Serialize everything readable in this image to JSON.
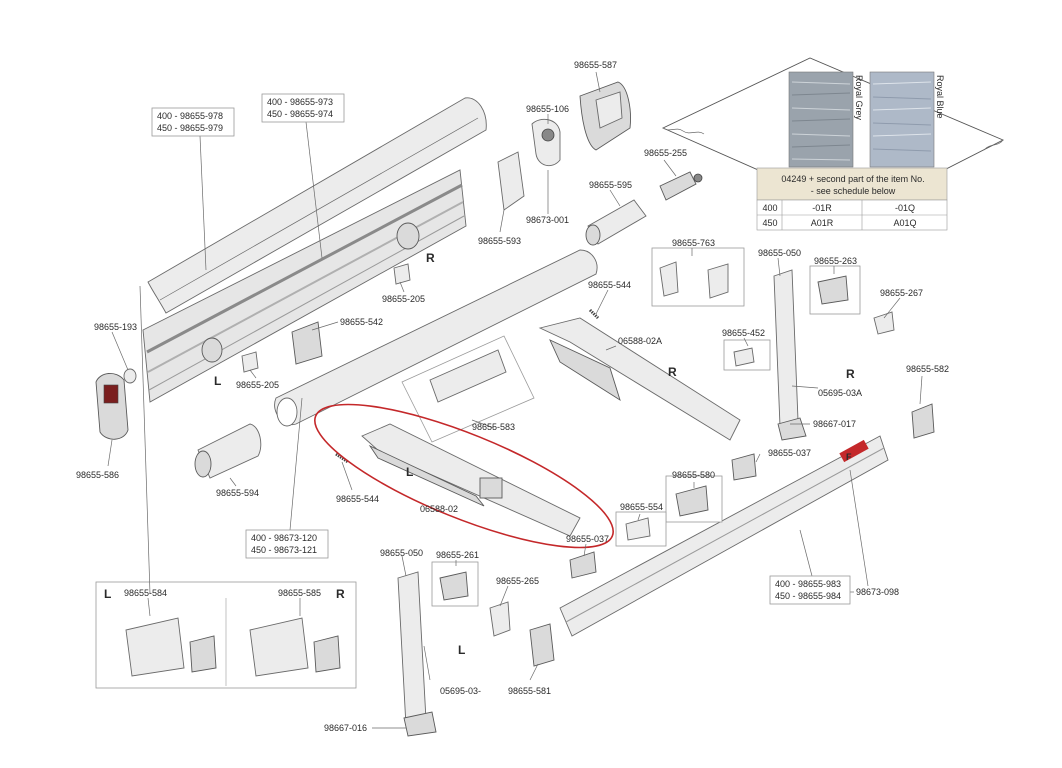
{
  "labels": {
    "p587": "98655-587",
    "p106": "98655-106",
    "p001": "98673-001",
    "p593": "98655-593",
    "p255": "98655-255",
    "p595": "98655-595",
    "p763": "98655-763",
    "p050a": "98655-050",
    "p263": "98655-263",
    "p267": "98655-267",
    "p544a": "98655-544",
    "p542": "98655-542",
    "p205a": "98655-205",
    "p205b": "98655-205",
    "p193": "98655-193",
    "p586": "98655-586",
    "p594": "98655-594",
    "p544b": "98655-544",
    "p583": "98655-583",
    "p02A": "06588-02A",
    "p452": "98655-452",
    "p03A": "05695-03A",
    "p582": "98655-582",
    "p017": "98667-017",
    "p037a": "98655-037",
    "p580": "98655-580",
    "p554": "98655-554",
    "p02": "06588-02",
    "p037b": "98655-037",
    "p050b": "98655-050",
    "p261": "98655-261",
    "p265": "98655-265",
    "p584": "98655-584",
    "p585": "98655-585",
    "p098": "98673-098",
    "p03": "05695-03-",
    "p581": "98655-581",
    "p016": "98667-016"
  },
  "pair_labels": {
    "top_cover_400": "400 - 98655-978",
    "top_cover_450": "450 - 98655-979",
    "rail_400": "400 - 98655-973",
    "rail_450": "450 - 98655-974",
    "roller_400": "400 - 98673-120",
    "roller_450": "450 - 98673-121",
    "front_400": "400 - 98655-983",
    "front_450": "450 - 98655-984"
  },
  "side_letters": {
    "r_top": "R",
    "l_mid": "L",
    "r_arm": "R",
    "r_leg": "R",
    "l_arm": "L",
    "l_leg": "L",
    "box_l": "L",
    "box_r": "R"
  },
  "fabric": {
    "swatch_grey": "Royal Grey",
    "swatch_blue": "Royal Blue",
    "note_line1": "04249 + second part of the item No.",
    "note_line2": "- see schedule below",
    "rows": [
      {
        "size": "400",
        "grey": "-01R",
        "blue": "-01Q"
      },
      {
        "size": "450",
        "grey": "A01R",
        "blue": "A01Q"
      }
    ]
  },
  "logo_text": "F",
  "colors": {
    "highlight": "#c4282a",
    "line": "#6a6a6a",
    "swatch_grey": "#9aa3ac",
    "swatch_blue": "#aeb9c8",
    "note_bg": "#ece5d2"
  }
}
